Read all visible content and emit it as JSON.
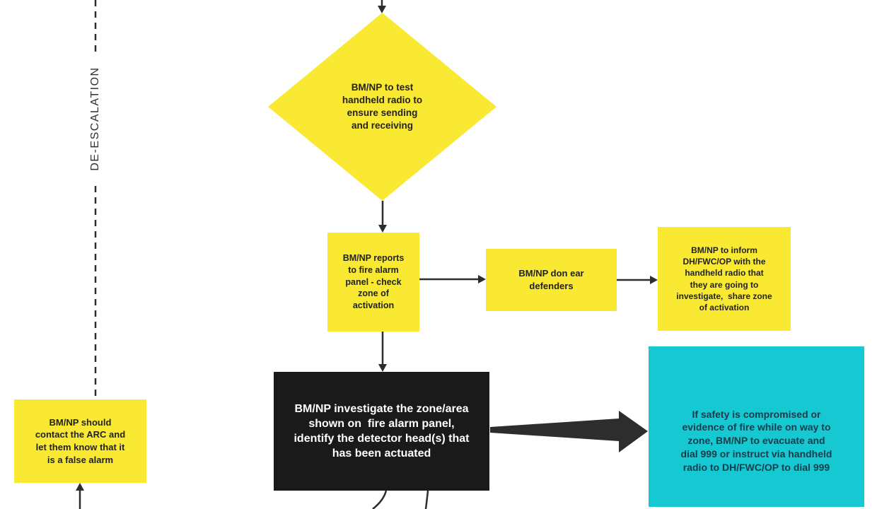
{
  "palette": {
    "yellow": "#F9E932",
    "cyan": "#15C8D2",
    "black": "#1A1A1A",
    "line": "#2D2D2D",
    "textDark": "#222222",
    "textOnCyan": "#163D4A",
    "textOnBlack": "#FFFFFF",
    "laneText": "#303030"
  },
  "lane": {
    "label": "DE-ESCALATION"
  },
  "nodes": {
    "test_radio": {
      "shape": "decision-diamond",
      "text": "BM/NP to test\nhandheld radio to\nensure sending\nand receiving"
    },
    "report_panel": {
      "shape": "process-box",
      "text": "BM/NP reports\nto fire alarm\npanel - check\nzone of\nactivation"
    },
    "ear_defenders": {
      "shape": "process-box",
      "text": "BM/NP don ear\ndefenders"
    },
    "inform_dh": {
      "shape": "process-box",
      "text": "BM/NP to inform\nDH/FWC/OP with the\nhandheld radio that\nthey are going to\ninvestigate,  share zone\nof activation"
    },
    "investigate_zone": {
      "shape": "process-box-black",
      "text": "BM/NP investigate the zone/area\nshown on  fire alarm panel,\nidentify the detector head(s) that\nhas been actuated"
    },
    "safety_compromised": {
      "shape": "emphasis-box-cyan",
      "text": "If safety is compromised or\nevidence of fire while on way to\nzone, BM/NP to evacuate and\ndial 999 or instruct via handheld\nradio to DH/FWC/OP to dial 999"
    },
    "contact_arc": {
      "shape": "process-box",
      "text": "BM/NP should\ncontact the ARC and\nlet them know that it\nis a false alarm"
    }
  }
}
